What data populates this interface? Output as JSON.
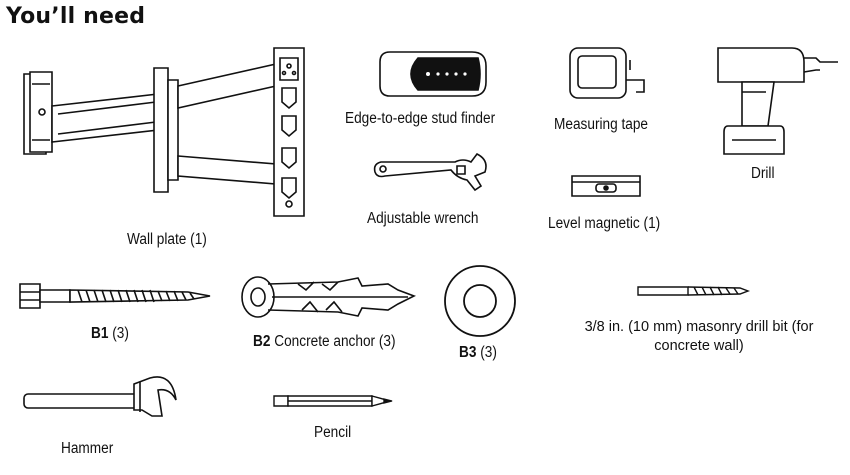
{
  "heading": "You’ll need",
  "items": {
    "wall_plate": {
      "label": "Wall plate (1)",
      "icon": "wall-plate-mount-icon"
    },
    "stud_finder": {
      "label": "Edge-to-edge stud finder",
      "icon": "stud-finder-icon"
    },
    "measuring_tape": {
      "label": "Measuring tape",
      "icon": "measuring-tape-icon"
    },
    "drill": {
      "label": "Drill",
      "icon": "drill-icon"
    },
    "wrench": {
      "label": "Adjustable wrench",
      "icon": "wrench-icon"
    },
    "level": {
      "label": "Level magnetic (1)",
      "icon": "level-icon"
    },
    "b1": {
      "code": "B1",
      "qty": "(3)",
      "icon": "lag-screw-icon"
    },
    "b2": {
      "code": "B2",
      "name": "Concrete anchor",
      "qty": "(3)",
      "icon": "concrete-anchor-icon"
    },
    "b3": {
      "code": "B3",
      "qty": "(3)",
      "icon": "washer-icon"
    },
    "drill_bit": {
      "line1": "3/8 in. (10 mm) masonry drill bit (for",
      "line2": "concrete wall)",
      "icon": "masonry-drill-bit-icon"
    },
    "hammer": {
      "label": "Hammer",
      "icon": "hammer-icon"
    },
    "pencil": {
      "label": "Pencil",
      "icon": "pencil-icon"
    }
  }
}
